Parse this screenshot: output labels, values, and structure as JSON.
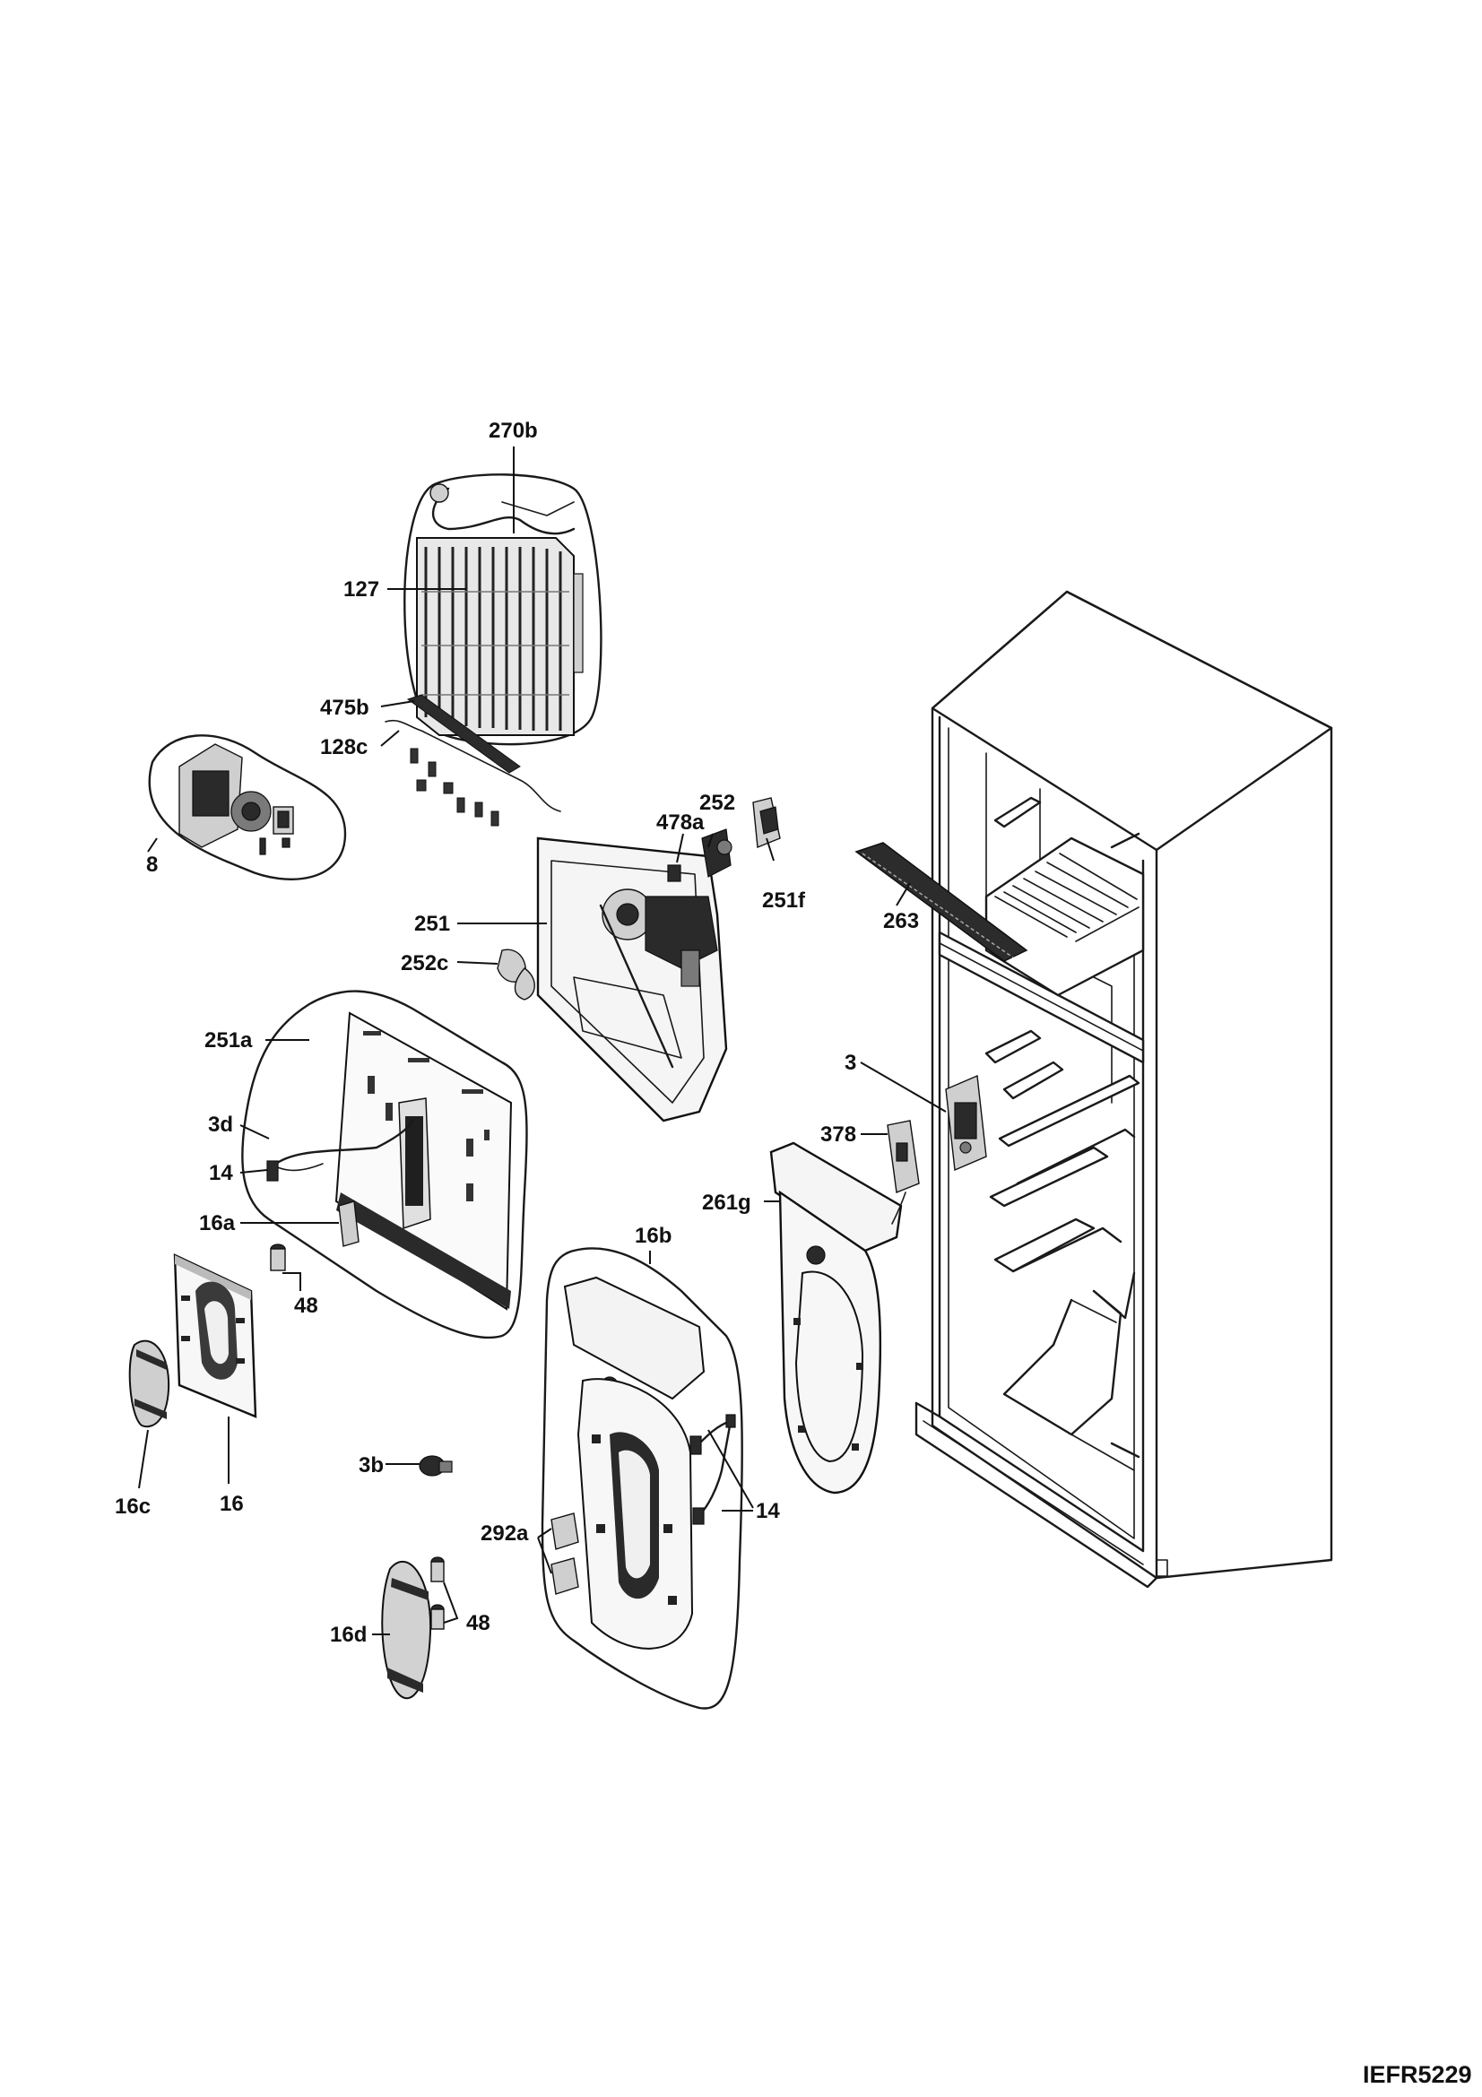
{
  "labels": {
    "p270b": "270b",
    "p127": "127",
    "p475b": "475b",
    "p128c": "128c",
    "p8": "8",
    "p478a": "478a",
    "p252": "252",
    "p251f": "251f",
    "p251": "251",
    "p252c": "252c",
    "p263": "263",
    "p251a": "251a",
    "p3d": "3d",
    "p14a": "14",
    "p16a": "16a",
    "p48a": "48",
    "p16c": "16c",
    "p16": "16",
    "p3": "3",
    "p378": "378",
    "p261g": "261g",
    "p16b": "16b",
    "p3b": "3b",
    "p14b": "14",
    "p292a": "292a",
    "p48b": "48",
    "p16d": "16d"
  },
  "reference_code": "IEFR5229"
}
